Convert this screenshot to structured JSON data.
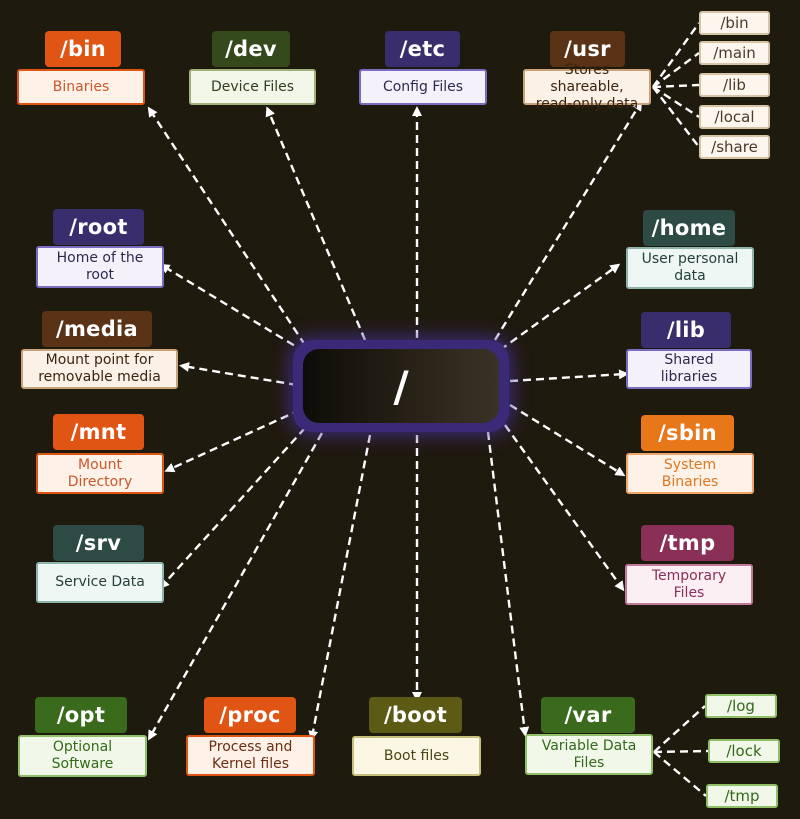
{
  "root": {
    "label": "/"
  },
  "nodes": [
    {
      "id": "bin",
      "label": "/bin",
      "desc": "Binaries",
      "color": "#e05414",
      "border": "#e05414",
      "descColor": "#c9582a",
      "descBg": "#fdf1e8"
    },
    {
      "id": "dev",
      "label": "/dev",
      "desc": "Device Files",
      "color": "#354a1c",
      "border": "#a0b27a",
      "descColor": "#2f3f1d",
      "descBg": "#f3f7ea"
    },
    {
      "id": "etc",
      "label": "/etc",
      "desc": "Config Files",
      "color": "#3a2d6e",
      "border": "#7a6cc0",
      "descColor": "#2f2a4d",
      "descBg": "#f4f1fb"
    },
    {
      "id": "usr",
      "label": "/usr",
      "desc": "Stores shareable,\nread-only data",
      "color": "#5a3216",
      "border": "#c8a37a",
      "descColor": "#3b2410",
      "descBg": "#fbf1e6"
    },
    {
      "id": "root",
      "label": "/root",
      "desc": "Home of the\nroot",
      "color": "#3a2d6e",
      "border": "#7a6cc0",
      "descColor": "#2f2a4d",
      "descBg": "#f4f1fb"
    },
    {
      "id": "home",
      "label": "/home",
      "desc": "User personal\ndata",
      "color": "#2e4a44",
      "border": "#8db5ab",
      "descColor": "#253f3a",
      "descBg": "#eff7f5"
    },
    {
      "id": "media",
      "label": "/media",
      "desc": "Mount point for\nremovable media",
      "color": "#5a3216",
      "border": "#c8a37a",
      "descColor": "#3b2410",
      "descBg": "#fbf1e6"
    },
    {
      "id": "lib",
      "label": "/lib",
      "desc": "Shared\nlibraries",
      "color": "#3a2d6e",
      "border": "#7a6cc0",
      "descColor": "#2f2a4d",
      "descBg": "#f4f1fb"
    },
    {
      "id": "mnt",
      "label": "/mnt",
      "desc": "Mount\nDirectory",
      "color": "#e05414",
      "border": "#e05414",
      "descColor": "#c9582a",
      "descBg": "#fdf1e8"
    },
    {
      "id": "sbin",
      "label": "/sbin",
      "desc": "System\nBinaries",
      "color": "#e8771a",
      "border": "#f0a66a",
      "descColor": "#e0771f",
      "descBg": "#fdf1e8"
    },
    {
      "id": "srv",
      "label": "/srv",
      "desc": "Service Data",
      "color": "#2e4a44",
      "border": "#8db5ab",
      "descColor": "#253f3a",
      "descBg": "#eff7f5"
    },
    {
      "id": "tmp",
      "label": "/tmp",
      "desc": "Temporary\nFiles",
      "color": "#8a2f56",
      "border": "#c07a99",
      "descColor": "#8a2f56",
      "descBg": "#fbeff4"
    },
    {
      "id": "opt",
      "label": "/opt",
      "desc": "Optional\nSoftware",
      "color": "#3a6b1c",
      "border": "#8fbf66",
      "descColor": "#336a1a",
      "descBg": "#f1f8ea"
    },
    {
      "id": "proc",
      "label": "/proc",
      "desc": "Process and\nKernel files",
      "color": "#e05414",
      "border": "#e05414",
      "descColor": "#6b2f12",
      "descBg": "#fdf1e8"
    },
    {
      "id": "boot",
      "label": "/boot",
      "desc": "Boot files",
      "color": "#5d5a16",
      "border": "#c8c07a",
      "descColor": "#4a4515",
      "descBg": "#fbf7e4"
    },
    {
      "id": "var",
      "label": "/var",
      "desc": "Variable Data\nFiles",
      "color": "#3a6b1c",
      "border": "#8fbf66",
      "descColor": "#336a1a",
      "descBg": "#f1f8ea"
    }
  ],
  "usr_children": [
    "/bin",
    "/main",
    "/lib",
    "/local",
    "/share"
  ],
  "var_children": [
    "/log",
    "/lock",
    "/tmp"
  ]
}
